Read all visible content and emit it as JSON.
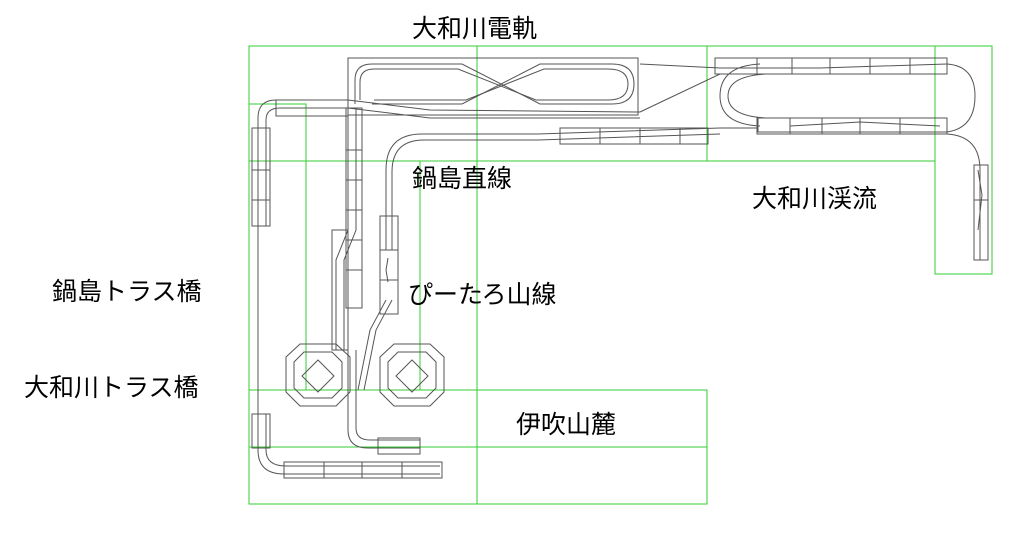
{
  "labels": {
    "yamato_densha": "大和川電軌",
    "nabeshima_straight": "鍋島直線",
    "yamato_valley": "大和川渓流",
    "nabeshima_truss": "鍋島トラス橋",
    "pitaro_line": "ぴーたろ山線",
    "yamato_truss": "大和川トラス橋",
    "ibuki_foothill": "伊吹山麓"
  },
  "colors": {
    "module_border": "#33cc33",
    "track": "#555555",
    "label": "#000000",
    "background": "#ffffff"
  }
}
